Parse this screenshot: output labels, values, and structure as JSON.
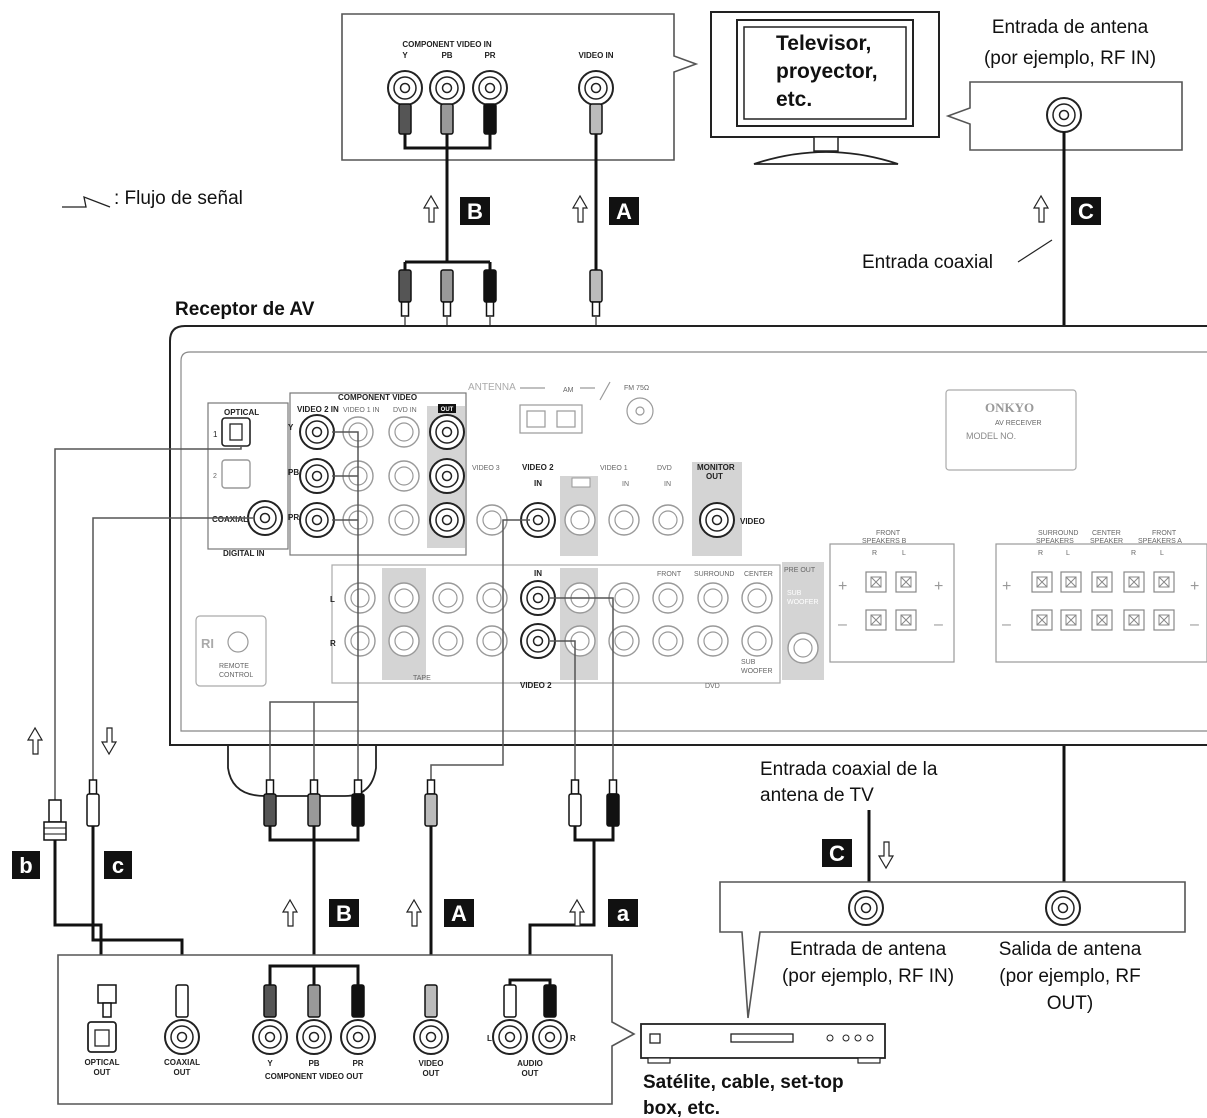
{
  "legend": {
    "signal_flow": ": Flujo de señal"
  },
  "tv": {
    "screen_text_1": "Televisor,",
    "screen_text_2": "proyector,",
    "screen_text_3": "etc.",
    "component_in_title": "COMPONENT VIDEO IN",
    "jack_y": "Y",
    "jack_pb": "PB",
    "jack_pr": "PR",
    "video_in": "VIDEO IN",
    "antenna_in_1": "Entrada de antena",
    "antenna_in_2": "(por ejemplo, RF IN)",
    "coax_in": "Entrada coaxial"
  },
  "receiver": {
    "title": "Receptor de AV",
    "antenna": "ANTENNA",
    "am": "AM",
    "fm": "FM 75Ω",
    "brand": "ONKYO",
    "model_line_1": "AV RECEIVER",
    "model_line_2": "MODEL NO.",
    "component_video": "COMPONENT VIDEO",
    "video2_in": "VIDEO 2 IN",
    "video1_in": "VIDEO 1 IN",
    "dvd_in": "DVD IN",
    "out": "OUT",
    "optical": "OPTICAL",
    "coaxial": "COAXIAL",
    "digital_in": "DIGITAL IN",
    "video3": "VIDEO 3",
    "video2": "VIDEO 2",
    "video1": "VIDEO 1",
    "dvd": "DVD",
    "in": "IN",
    "monitor_out_1": "MONITOR",
    "monitor_out_2": "OUT",
    "video": "VIDEO",
    "tape": "TAPE",
    "front": "FRONT",
    "surround": "SURROUND",
    "center": "CENTER",
    "pre_out": "PRE OUT",
    "sub_woofer_1": "SUB",
    "sub_woofer_2": "WOOFER",
    "front_speakers_b_1": "FRONT",
    "front_speakers_b_2": "SPEAKERS B",
    "surround_speakers_1": "SURROUND",
    "surround_speakers_2": "SPEAKERS",
    "center_speaker_1": "CENTER",
    "center_speaker_2": "SPEAKER",
    "front_speakers_a_1": "FRONT",
    "front_speakers_a_2": "SPEAKERS A",
    "remote_1": "REMOTE",
    "remote_2": "CONTROL",
    "ri": "RI",
    "num1": "1",
    "num2": "2",
    "row_l": "L",
    "row_r": "R",
    "r": "R",
    "l": "L",
    "y": "Y",
    "pb": "PB",
    "pr": "PR"
  },
  "badges": {
    "A": "A",
    "B": "B",
    "C": "C",
    "a": "a",
    "b": "b",
    "c": "c"
  },
  "antenna_tv_coax": {
    "line1": "Entrada coaxial de la",
    "line2": "antena de TV"
  },
  "stb_antenna": {
    "in_1": "Entrada de antena",
    "in_2": "(por ejemplo, RF IN)",
    "out_1": "Salida de antena",
    "out_2": "(por ejemplo, RF",
    "out_3": "OUT)"
  },
  "stb_panel": {
    "optical_out_1": "OPTICAL",
    "optical_out_2": "OUT",
    "coaxial_out_1": "COAXIAL",
    "coaxial_out_2": "OUT",
    "y": "Y",
    "pb": "PB",
    "pr": "PR",
    "component_out": "COMPONENT VIDEO OUT",
    "video_out_1": "VIDEO",
    "video_out_2": "OUT",
    "audio_out_1": "AUDIO",
    "audio_out_2": "OUT",
    "l": "L",
    "r": "R"
  },
  "stb_device": {
    "label_1": "Satélite, cable, set-top",
    "label_2": "box, etc."
  }
}
